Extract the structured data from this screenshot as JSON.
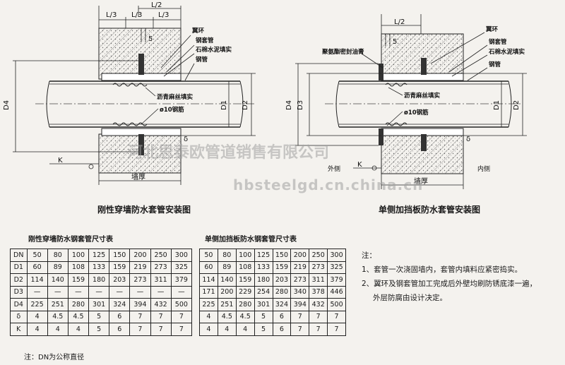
{
  "left_diagram": {
    "dims": {
      "l2": "L/2",
      "l3a": "L/3",
      "l3b": "L/3",
      "l3c": "L/3",
      "five": "5",
      "d4": "D4",
      "d1": "D1",
      "d2": "D2",
      "delta": "δ",
      "k": "K",
      "wall": "墙厚"
    },
    "callouts": [
      "翼环",
      "钢套管",
      "石棉水泥填实",
      "钢管",
      "沥青麻丝填实",
      "ø10钢筋"
    ],
    "caption": "刚性穿墙防水套管安装图"
  },
  "right_diagram": {
    "dims": {
      "l2": "L/2",
      "five": "5",
      "d4": "D4",
      "d3": "D3",
      "d1": "D1",
      "d2": "D2",
      "delta": "δ",
      "k": "K",
      "wall": "墙厚",
      "outside": "外侧",
      "inside": "内侧"
    },
    "callouts": [
      "聚氨酯密封油膏",
      "翼环",
      "钢套管",
      "石棉水泥填实",
      "钢管",
      "沥青麻丝填实",
      "ø10钢筋"
    ],
    "caption": "单侧加挡板防水套管安装图"
  },
  "table_left": {
    "title": "刚性穿墙防水钢套管尺寸表",
    "rows": [
      [
        "DN",
        "50",
        "80",
        "100",
        "125",
        "150",
        "200",
        "250",
        "300"
      ],
      [
        "D1",
        "60",
        "89",
        "108",
        "133",
        "159",
        "219",
        "273",
        "325"
      ],
      [
        "D2",
        "114",
        "140",
        "159",
        "180",
        "203",
        "273",
        "311",
        "379"
      ],
      [
        "D3",
        "—",
        "—",
        "—",
        "—",
        "—",
        "—",
        "—",
        "—"
      ],
      [
        "D4",
        "225",
        "251",
        "280",
        "301",
        "324",
        "394",
        "432",
        "500"
      ],
      [
        "δ",
        "4",
        "4.5",
        "4.5",
        "5",
        "6",
        "7",
        "7",
        "7"
      ],
      [
        "K",
        "4",
        "4",
        "4",
        "5",
        "6",
        "7",
        "7",
        "7"
      ]
    ]
  },
  "table_right": {
    "title": "单侧加挡板防水钢套管尺寸表",
    "rows": [
      [
        "50",
        "80",
        "100",
        "125",
        "150",
        "200",
        "250",
        "300"
      ],
      [
        "60",
        "89",
        "108",
        "133",
        "159",
        "219",
        "273",
        "325"
      ],
      [
        "114",
        "140",
        "159",
        "180",
        "203",
        "273",
        "311",
        "379"
      ],
      [
        "171",
        "200",
        "229",
        "254",
        "280",
        "340",
        "378",
        "446"
      ],
      [
        "225",
        "251",
        "280",
        "301",
        "324",
        "394",
        "432",
        "500"
      ],
      [
        "4",
        "4.5",
        "4.5",
        "5",
        "6",
        "7",
        "7",
        "7"
      ],
      [
        "4",
        "4",
        "4",
        "5",
        "6",
        "7",
        "7",
        "7"
      ]
    ]
  },
  "notes": {
    "heading": "注：",
    "items": [
      "1、套管一次浇固墙内，套管内填料应紧密捣实。",
      "2、翼环及钢套管加工完成后外壁均刷防锈底漆一遍，",
      "外层防腐由设计决定。"
    ]
  },
  "footnote": "注：DN为公称直径",
  "watermarks": {
    "company": "河北思泰欧管道销售有限公司",
    "url": "hbsteelgd.cn.china.cn"
  },
  "colors": {
    "ink": "#1a1a1a",
    "paper": "#f4f2ee",
    "hatch": "#555555"
  }
}
